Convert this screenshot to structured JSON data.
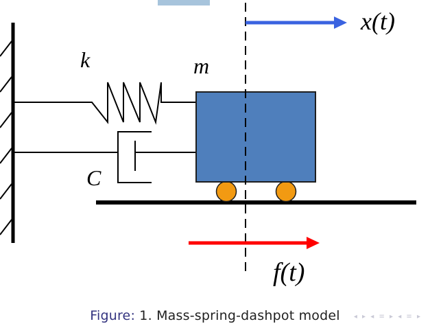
{
  "labels": {
    "spring_constant": "k",
    "mass": "m",
    "damping": "C",
    "displacement": "x(t)",
    "force": "f(t)"
  },
  "caption": {
    "figure_label": "Figure:",
    "text": " 1. Mass-spring-dashpot model"
  },
  "navigation": {
    "symbols": "◂ ▸ ◂ ≡ ▸ ◂ ≡ ▸"
  },
  "colors": {
    "mass_fill": "#4f7fbc",
    "mass_stroke": "#1e1e1e",
    "wheel_fill": "#f29a12",
    "displacement_arrow": "#3a63e0",
    "force_arrow": "#ff0000",
    "top_bar": "#a7c4dc",
    "line": "#000000"
  }
}
